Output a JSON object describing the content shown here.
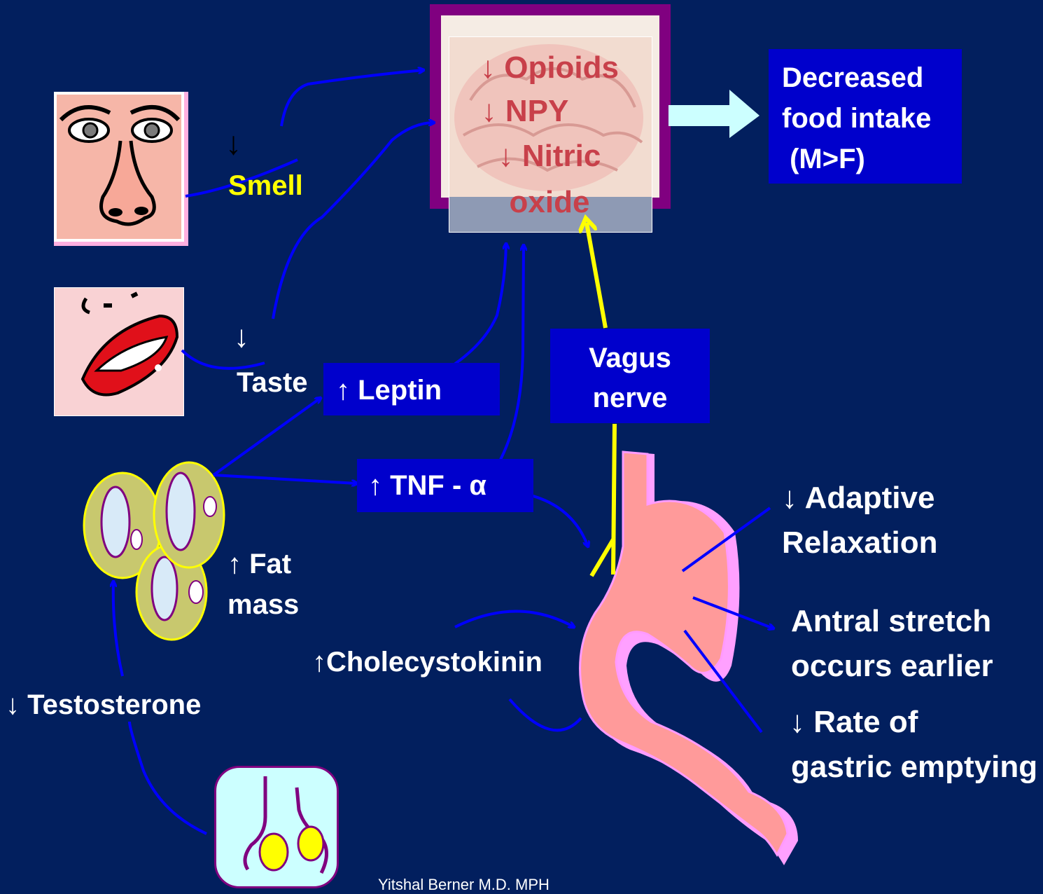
{
  "brain": {
    "line1": "↓ Opioids",
    "line2": "↓ NPY",
    "line3": "↓ Nitric",
    "line4": "oxide"
  },
  "outcome": {
    "line1": "Decreased",
    "line2": "food intake",
    "line3": " (M>F)"
  },
  "senses": {
    "smell_arrow": "↓",
    "smell": "Smell",
    "taste_arrow": "↓",
    "taste": "Taste"
  },
  "hormones": {
    "leptin": "↑ Leptin",
    "tnf": "↑ TNF - α",
    "vagus_line1": "Vagus",
    "vagus_line2": "nerve",
    "fat_line1": "↑ Fat",
    "fat_line2": "mass",
    "cck": "↑Cholecystokinin",
    "testosterone": "↓ Testosterone"
  },
  "stomach_effects": {
    "adaptive_line1": "↓ Adaptive",
    "adaptive_line2": "Relaxation",
    "antral_line1": "Antral stretch",
    "antral_line2": "occurs earlier",
    "emptying_line1": "↓ Rate of",
    "emptying_line2": "gastric emptying"
  },
  "footer": "Yitshal Berner M.D. MPH",
  "colors": {
    "background": "#021F5E",
    "box_blue": "#0000CC",
    "arrow_blue": "#0000FF",
    "vagus_yellow": "#FFFF00",
    "brain_text": "#C8404A",
    "smell_label": "#FFFF00"
  }
}
